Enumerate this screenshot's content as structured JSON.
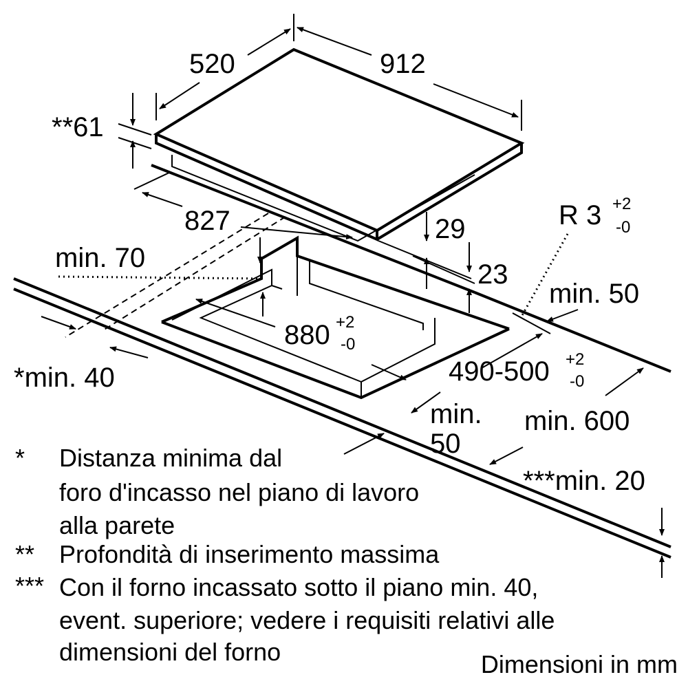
{
  "dimensions": {
    "depth": "520",
    "width": "912",
    "insertion_depth": "**61",
    "cutout_width_label": "827",
    "side_height_1": "29",
    "side_height_2": "23",
    "radius_label": "R 3",
    "radius_tol_plus": "+2",
    "radius_tol_minus": "-0",
    "min_70": "min. 70",
    "cutout_length": "880",
    "cutout_length_tol_plus": "+2",
    "cutout_length_tol_minus": "-0",
    "min_50_right": "min. 50",
    "min_40_left": "*min. 40",
    "cutout_depth": "490-500",
    "cutout_depth_tol_plus": "+2",
    "cutout_depth_tol_minus": "-0",
    "min_50_front_line1": "min.",
    "min_50_front_line2": "50",
    "min_600": "min. 600",
    "min_20": "***min. 20"
  },
  "notes": [
    {
      "marker": "*",
      "lines": [
        "Distanza minima dal",
        "foro d'incasso nel piano di lavoro",
        "alla parete"
      ]
    },
    {
      "marker": "**",
      "lines": [
        "Profondità di inserimento massima"
      ]
    },
    {
      "marker": "***",
      "lines": [
        "Con il forno incassato sotto il piano min. 40,",
        "event. superiore; vedere i requisiti relativi alle",
        "dimensioni del forno"
      ]
    }
  ],
  "units_label": "Dimensioni in mm"
}
